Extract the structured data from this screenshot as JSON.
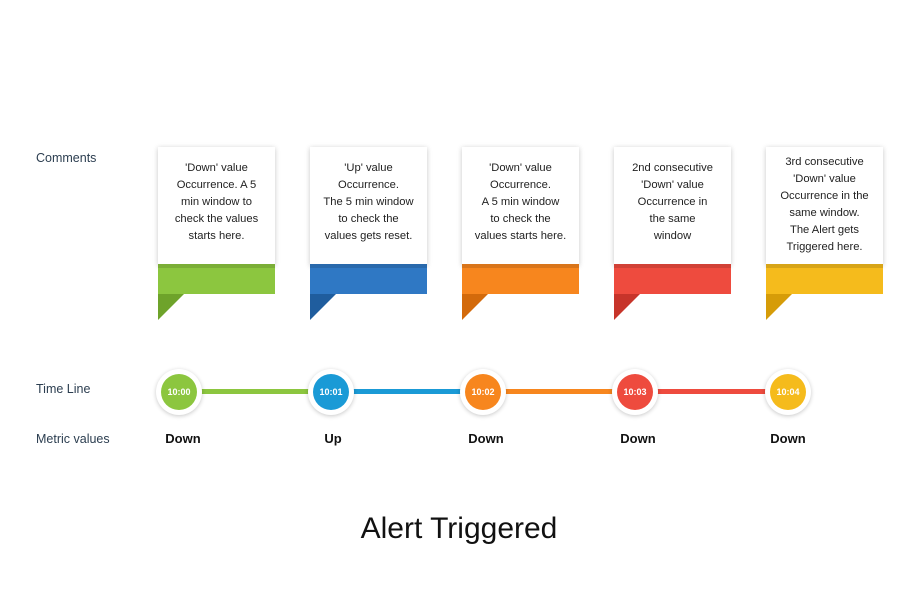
{
  "labels": {
    "comments": "Comments",
    "timeline": "Time Line",
    "metrics": "Metric values"
  },
  "colors": {
    "green": "#8cc63f",
    "blue": "#2f78c4",
    "orange": "#f7861e",
    "red": "#ee4b3e",
    "yellow": "#f5bb1c",
    "node_blue": "#1a9ad6"
  },
  "cards": [
    {
      "text": "'Down' value\nOccurrence. A 5\nmin window to\ncheck the values\nstarts here."
    },
    {
      "text": "'Up' value\nOccurrence.\nThe 5 min window\nto check the\nvalues gets reset."
    },
    {
      "text": "'Down' value\nOccurrence.\nA 5 min window\nto check the\nvalues starts here."
    },
    {
      "text": "2nd consecutive\n'Down' value\nOccurrence in\nthe same\nwindow"
    },
    {
      "text": "3rd consecutive\n'Down' value\nOccurrence in the\nsame window.\nThe Alert gets\nTriggered here."
    }
  ],
  "timeline": [
    {
      "time": "10:00",
      "metric": "Down"
    },
    {
      "time": "10:01",
      "metric": "Up"
    },
    {
      "time": "10:02",
      "metric": "Down"
    },
    {
      "time": "10:03",
      "metric": "Down"
    },
    {
      "time": "10:04",
      "metric": "Down"
    }
  ],
  "footer": "Alert Triggered"
}
